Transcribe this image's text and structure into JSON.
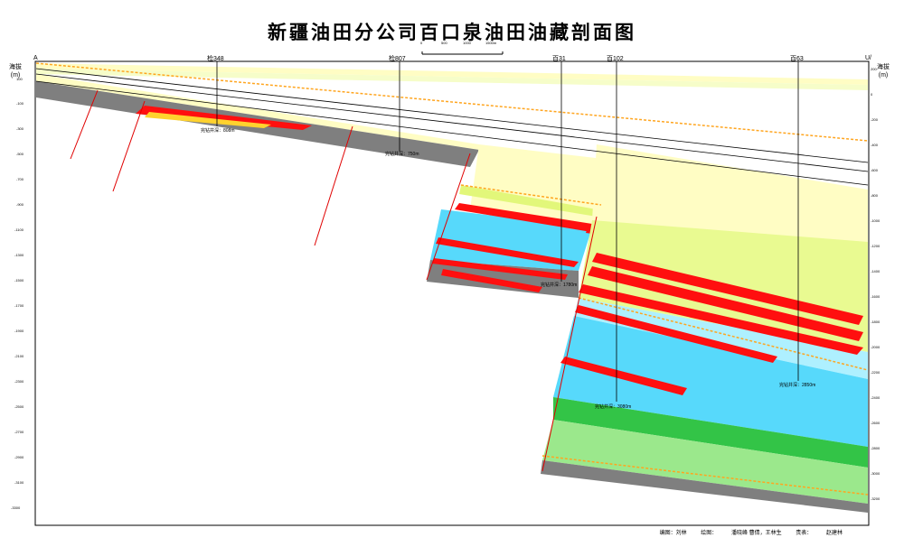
{
  "title": "新疆油田分公司百口泉油田油藏剖面图",
  "section": {
    "end_left": "A",
    "end_right": "U/"
  },
  "axis": {
    "left_label": [
      "海拔",
      "(m)"
    ],
    "right_label": [
      "海拔",
      "(m)"
    ],
    "ticks_left": [
      "100",
      "-100",
      "-300",
      "-500",
      "-700",
      "-900",
      "-1100",
      "-1300",
      "-1500",
      "-1700",
      "-1900",
      "-2100",
      "-2300",
      "-2500",
      "-2700",
      "-2900",
      "-3100",
      "-3300"
    ],
    "ticks_right": [
      "200",
      "0",
      "-200",
      "-400",
      "-600",
      "-800",
      "-1000",
      "-1200",
      "-1400",
      "-1600",
      "-1800",
      "-2000",
      "-2200",
      "-2400",
      "-2600",
      "-2800",
      "-3000",
      "-3200"
    ]
  },
  "scale_bar": {
    "labels": [
      "0",
      "500",
      "1000",
      "1500m"
    ]
  },
  "wells": [
    {
      "name": "检348",
      "td_note": "完钻井深：808m"
    },
    {
      "name": "检807",
      "td_note": "完钻井深：750m"
    },
    {
      "name": "百31",
      "td_note": "完钻井深：1780m"
    },
    {
      "name": "百102",
      "td_note": "完钻井深：3080m"
    },
    {
      "name": "百63",
      "td_note": "完钻井深：2850m"
    }
  ],
  "credits": [
    "编图：刘林",
    "绘图：",
    "潘晓峰 曹倩，王林生",
    "责表：",
    "赵建林"
  ],
  "colors": {
    "background": "#ffffff",
    "frame": "#000000",
    "pale_yellow": "#fffdc4",
    "light_yellow_green": "#f1fdbc",
    "yellow_green": "#e2f77a",
    "cyan": "#57d9fb",
    "light_cyan": "#aef0ff",
    "green": "#33c447",
    "light_green": "#9be88c",
    "basement_grey": "#7f7f7f",
    "oil_red": "#ff0f0f",
    "fault_red": "#e00000",
    "unconformity_orange": "#ffa51f"
  }
}
